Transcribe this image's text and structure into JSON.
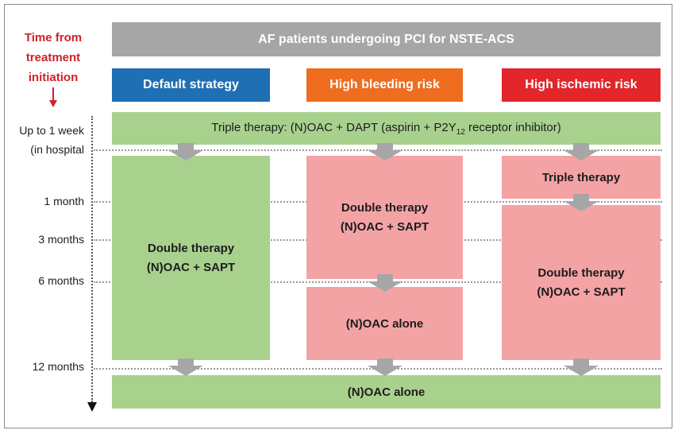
{
  "time_axis": {
    "title_lines": [
      "Time from",
      "treatment",
      "initiation"
    ],
    "title_color": "#d0202a",
    "labels": {
      "week_line1": "Up to 1 week",
      "week_line2": "(in hospital",
      "month1": "1 month",
      "month3": "3 months",
      "month6": "6 months",
      "month12": "12 months"
    }
  },
  "header": {
    "title": "AF patients undergoing PCI for NSTE-ACS",
    "color": "#a6a6a6"
  },
  "strategies": {
    "default": {
      "label": "Default strategy",
      "color": "#1f6fb5"
    },
    "bleeding": {
      "label": "High bleeding risk",
      "color": "#ee6d1f"
    },
    "ischemic": {
      "label": "High ischemic risk",
      "color": "#e2262b"
    }
  },
  "triple_bar": {
    "prefix": "Triple therapy: (N)OAC + DAPT (aspirin + P2Y",
    "subscript": "12",
    "suffix": " receptor inhibitor)"
  },
  "default_col": {
    "line1": "Double therapy",
    "line2": "(N)OAC + SAPT"
  },
  "bleeding_col": {
    "double_line1": "Double therapy",
    "double_line2": "(N)OAC + SAPT",
    "alone": "(N)OAC alone"
  },
  "ischemic_col": {
    "triple": "Triple therapy",
    "double_line1": "Double therapy",
    "double_line2": "(N)OAC + SAPT"
  },
  "bottom_bar": {
    "label": "(N)OAC alone"
  },
  "colors": {
    "green": "#a9d18e",
    "pink": "#f4a3a5",
    "arrow": "#a6a6a6"
  }
}
